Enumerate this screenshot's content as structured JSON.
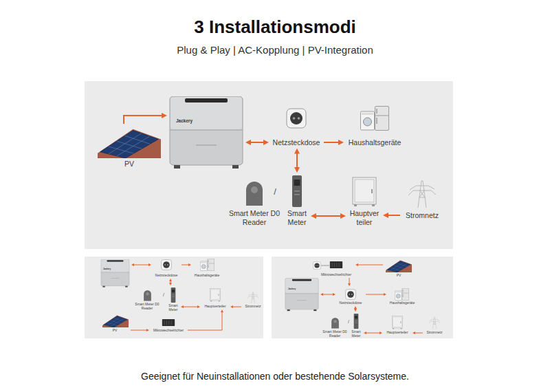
{
  "diagram": {
    "title": "3 Installationsmodi",
    "caption": "Geeignet für Neuinstallationen oder bestehende Solarsysteme.",
    "nodes": [
      {
        "text": [
          "PV"
        ]
      },
      {
        "text": [
          "Jackery"
        ]
      },
      {
        "text": [
          "Netzsteckdose"
        ]
      },
      {
        "text": [
          "Haushaltsgeräte"
        ]
      },
      {
        "text": [
          "Smart Meter D0 Reader"
        ]
      },
      {
        "text": [
          "Smart Meter"
        ]
      },
      {
        "text": [
          "Hauptver teiler"
        ]
      },
      {
        "text": [
          "Stromnetz"
        ]
      },
      {
        "text": [
          "Jackery"
        ]
      },
      {
        "text": [
          "Netzsteckdose"
        ]
      },
      {
        "text": [
          "Haushaltsgeräte"
        ]
      },
      {
        "text": [
          "Smart Meter D0 Reader"
        ]
      },
      {
        "text": [
          "Smart Meter"
        ]
      },
      {
        "text": [
          "Hauptverteiler"
        ]
      },
      {
        "text": [
          "Stromnetz"
        ]
      },
      {
        "text": [
          "PV"
        ]
      },
      {
        "text": [
          "Mikrowechselrichter"
        ]
      },
      {
        "text": [
          "Mikrowechselrichter"
        ]
      },
      {
        "text": [
          "PV"
        ]
      },
      {
        "text": [
          "Jackery"
        ]
      },
      {
        "text": [
          "Netzsteckdose"
        ]
      },
      {
        "text": [
          "Haushaltsgeräte"
        ]
      },
      {
        "text": [
          "Smart Meter D0 Reader"
        ]
      },
      {
        "text": [
          "Smart Meter"
        ]
      },
      {
        "text": [
          "Hauptverteiler"
        ]
      },
      {
        "text": [
          "Stromnetz"
        ]
      }
    ],
    "edges": [
      {
        "from": 0,
        "to": 1,
        "arrow": "to"
      },
      {
        "from": 1,
        "to": 2,
        "arrow": "both"
      },
      {
        "from": 2,
        "to": 3,
        "arrow": "to"
      },
      {
        "from": 2,
        "to": 5,
        "arrow": "both"
      },
      {
        "from": 5,
        "to": 6,
        "arrow": "both"
      },
      {
        "from": 7,
        "to": 6,
        "arrow": "to"
      },
      {
        "from": 8,
        "to": 9,
        "arrow": "both"
      },
      {
        "from": 9,
        "to": 10,
        "arrow": "to"
      },
      {
        "from": 9,
        "to": 12,
        "arrow": "both"
      },
      {
        "from": 12,
        "to": 13,
        "arrow": "both"
      },
      {
        "from": 14,
        "to": 13,
        "arrow": "to"
      },
      {
        "from": 15,
        "to": 16,
        "arrow": "to"
      },
      {
        "from": 16,
        "to": 13,
        "arrow": "to"
      },
      {
        "from": 18,
        "to": 17,
        "arrow": "to"
      },
      {
        "from": 17,
        "to": 20,
        "arrow": "to"
      },
      {
        "from": 19,
        "to": 20,
        "arrow": "both"
      },
      {
        "from": 20,
        "to": 21,
        "arrow": "to"
      },
      {
        "from": 20,
        "to": 23,
        "arrow": "both"
      },
      {
        "from": 23,
        "to": 24,
        "arrow": "both"
      },
      {
        "from": 25,
        "to": 24,
        "arrow": "to"
      }
    ],
    "labels": [
      "Plug & Play | AC-Kopplung | PV-Integration",
      "/",
      "/",
      "/"
    ]
  }
}
